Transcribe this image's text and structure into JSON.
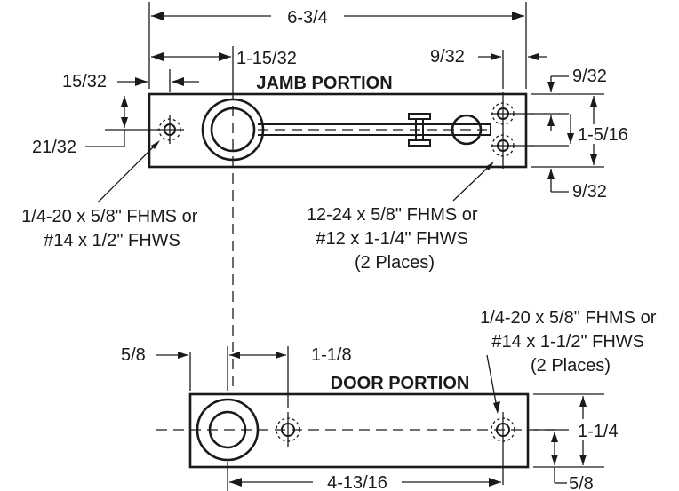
{
  "jamb": {
    "title": "JAMB PORTION",
    "dims": {
      "overall_length": "6-3/4",
      "center_offset": "1-15/32",
      "left_hole_offset": "15/32",
      "right_hole_offset": "9/32",
      "top_hole_offset": "9/32",
      "hole_spacing": "1-5/16",
      "bottom_hole_offset": "9/32",
      "left_hole_height": "21/32"
    },
    "callout_left": [
      "1/4-20 x 5/8\" FHMS or",
      "#14 x 1/2\" FHWS"
    ],
    "callout_right": [
      "12-24 x 5/8\" FHMS or",
      "#12 x 1-1/4\" FHWS",
      "(2 Places)"
    ]
  },
  "door": {
    "title": "DOOR PORTION",
    "dims": {
      "left_offset": "5/8",
      "hole_spacing": "1-1/8",
      "overall_height": "1-1/4",
      "bottom_offset": "5/8",
      "hole_to_hole": "4-13/16"
    },
    "callout": [
      "1/4-20 x 5/8\" FHMS or",
      "#14 x 1-1/2\" FHWS",
      "(2 Places)"
    ]
  }
}
